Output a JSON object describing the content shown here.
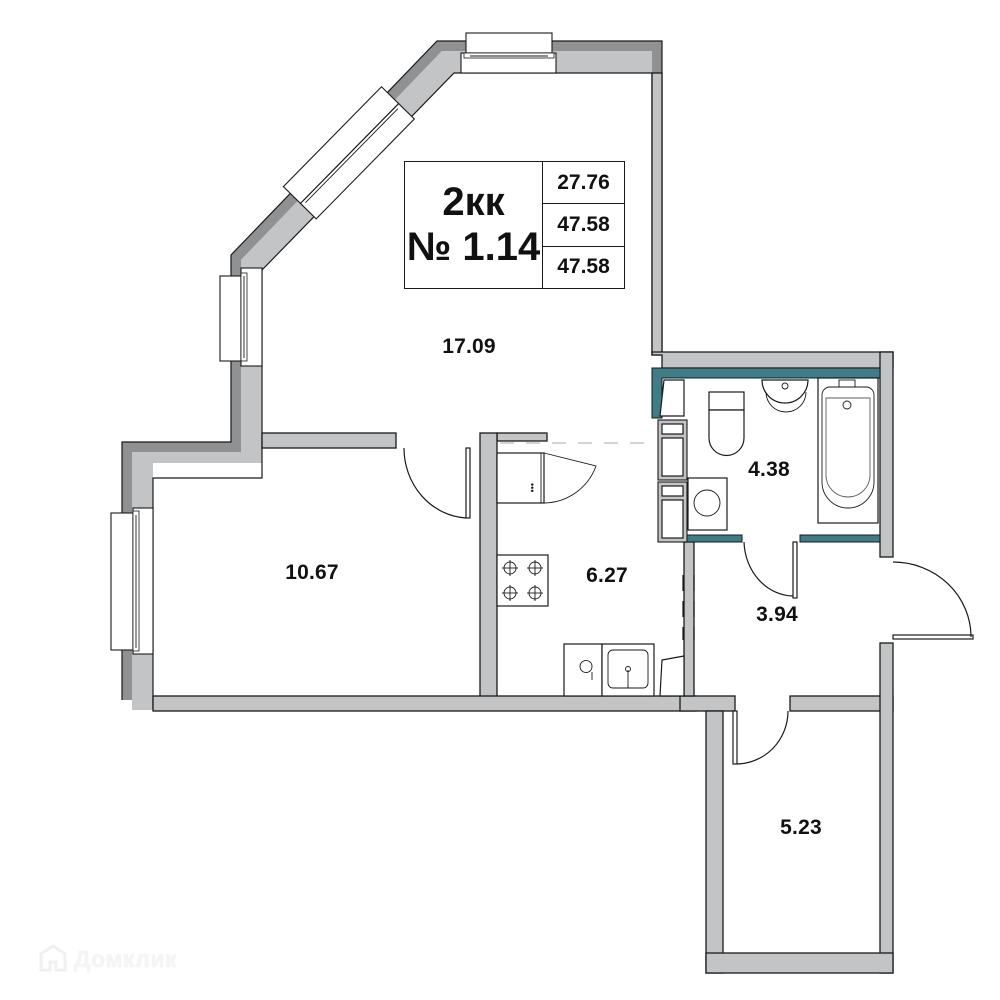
{
  "apartment": {
    "type_label": "2кк",
    "number_label": "№ 1.14",
    "areas_summary": {
      "living_area": "27.76",
      "total_area": "47.58",
      "total_area_with_balcony": "47.58"
    }
  },
  "rooms": [
    {
      "id": "living-room",
      "area": "17.09"
    },
    {
      "id": "bedroom",
      "area": "10.67"
    },
    {
      "id": "kitchen",
      "area": "6.27"
    },
    {
      "id": "bathroom",
      "area": "4.38"
    },
    {
      "id": "hallway",
      "area": "3.94"
    },
    {
      "id": "storage",
      "area": "5.23"
    }
  ],
  "watermark": {
    "text": "Домклик",
    "icon": "house-logo-icon"
  },
  "colors": {
    "wall_light": "#c3c4c5",
    "wall_dark": "#8f9193",
    "wet_zone_wall": "#3f7c86",
    "line": "#1a1a1a",
    "background": "#ffffff"
  }
}
